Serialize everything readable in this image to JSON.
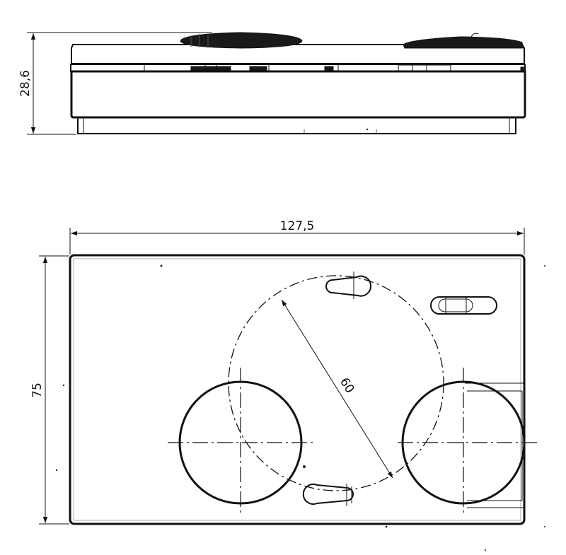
{
  "dimensions": {
    "height": "28,6",
    "width": "127,5",
    "depth": "75",
    "hole_circle_diameter": "60"
  },
  "colors": {
    "line": "#111111",
    "background": "#ffffff"
  }
}
